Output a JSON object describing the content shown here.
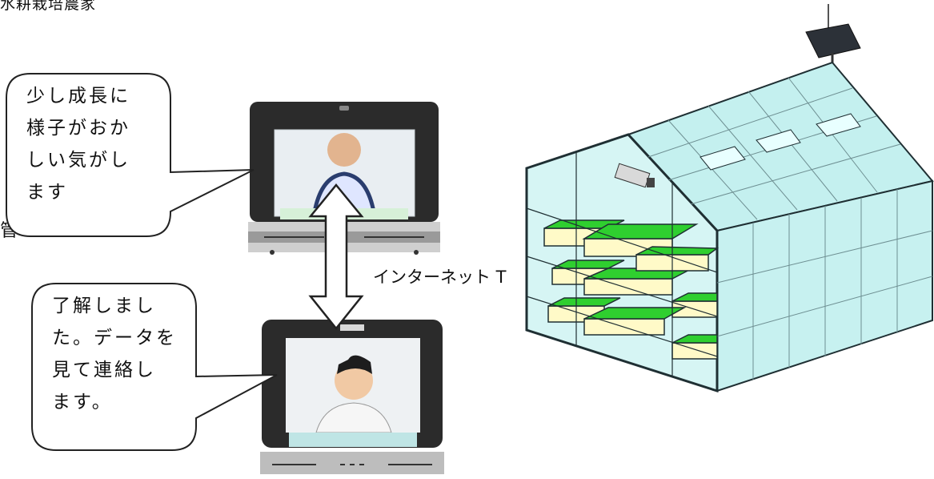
{
  "header": {
    "title": "水耕栽培農家"
  },
  "bubble_farmer": {
    "text": "少し成長に\n様子がおか\nしい気がし\nます"
  },
  "bubble_expert": {
    "text": "了解しまし\nた。データを\n見て連絡し\nます。"
  },
  "network": {
    "label": "インターネット T"
  },
  "fragment": {
    "left_char": "管"
  },
  "colors": {
    "glass": "#b8ecec",
    "frame": "#1f2f33",
    "sprout": "#2fcf2f",
    "tray": "#fffac8",
    "device": "#2a2a2a"
  }
}
